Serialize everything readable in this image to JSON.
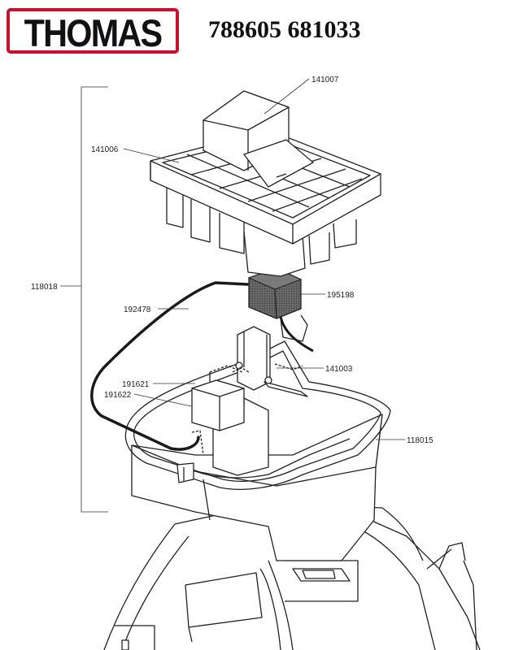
{
  "header": {
    "brand": "THOMAS",
    "codes": "788605 681033"
  },
  "parts": {
    "p141007": "141007",
    "p141006": "141006",
    "p118018": "118018",
    "p192478": "192478",
    "p195198": "195198",
    "p141003": "141003",
    "p191621": "191621",
    "p191622": "191622",
    "p118015": "118015"
  },
  "colors": {
    "brand_red": "#c8102e",
    "line": "#222222",
    "filter_fill": "#555555"
  }
}
